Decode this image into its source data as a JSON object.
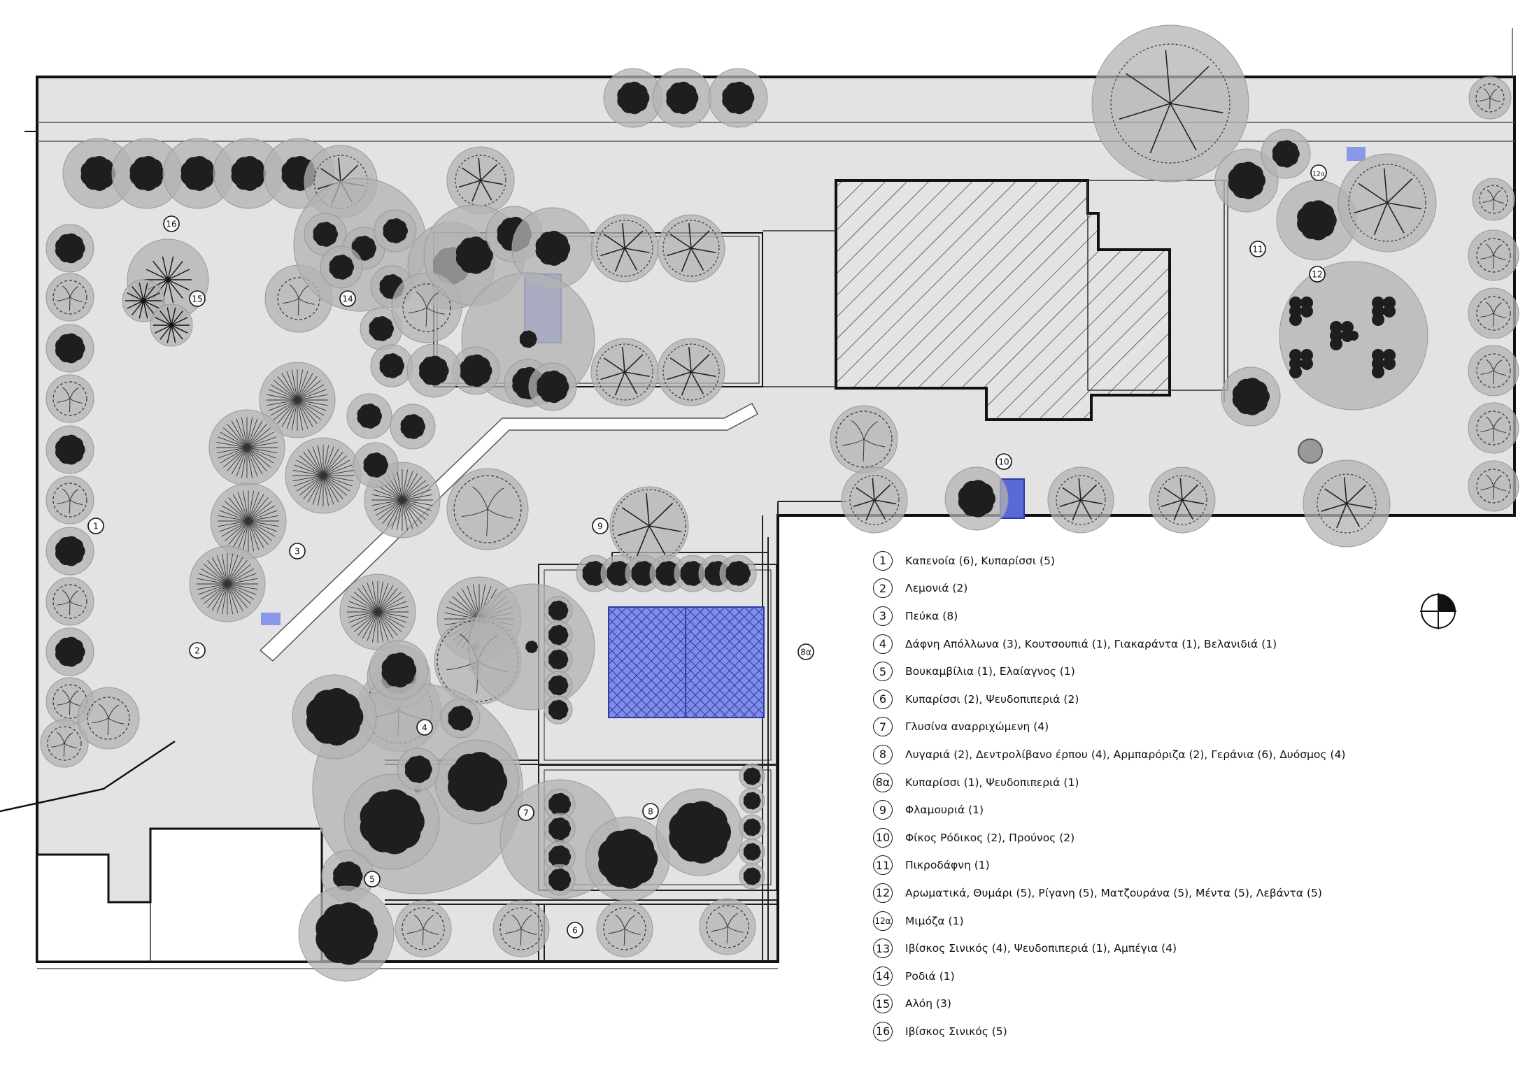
{
  "colors": {
    "plot_fill": "#e3e3e3",
    "canopy_fill": "#b3b3b3",
    "tree_dark": "#1e1e1e",
    "water_blue": "#8b98ea",
    "blue_grid": "#4f5ec8",
    "outline": "#111111"
  },
  "map_labels": [
    "1",
    "2",
    "3",
    "4",
    "5",
    "6",
    "7",
    "8",
    "8α",
    "9",
    "10",
    "11",
    "12",
    "12α",
    "14",
    "15",
    "16"
  ],
  "legend": [
    {
      "num": "1",
      "text": "Καπενοία (6), Κυπαρίσσι (5)"
    },
    {
      "num": "2",
      "text": "Λεμονιά (2)"
    },
    {
      "num": "3",
      "text": "Πεύκα  (8)"
    },
    {
      "num": "4",
      "text": "Δάφνη Απόλλωνα  (3), Κουτσουπιά (1), Γιακαράντα (1), Βελανιδιά (1)"
    },
    {
      "num": "5",
      "text": "Βουκαμβίλια  (1), Ελαίαγνος (1)"
    },
    {
      "num": "6",
      "text": "Κυπαρίσσι  (2), Ψευδοπιπεριά (2)"
    },
    {
      "num": "7",
      "text": "Γλυσίνα αναρριχώμενη  (4)"
    },
    {
      "num": "8",
      "text": "Λυγαριά (2), Δεντρολίβανο έρπου (4), Αρμπαρόριζα (2), Γεράνια (6), Δυόσμος (4)"
    },
    {
      "num": "8α",
      "text": "Κυπαρίσσι (1), Ψευδοπιπεριά (1)"
    },
    {
      "num": "9",
      "text": "Φλαμουριά (1)"
    },
    {
      "num": "10",
      "text": "Φίκος Ρόδικος (2), Προύνος (2)"
    },
    {
      "num": "11",
      "text": "Πικροδάφνη (1)"
    },
    {
      "num": "12",
      "text": "Αρωματικά, Θυμάρι (5), Ρίγανη (5), Ματζουράνα (5), Μέντα (5), Λεβάντα (5)"
    },
    {
      "num": "12α",
      "text": "Μιμόζα (1)"
    },
    {
      "num": "13",
      "text": "Ιβίσκος Σινικός (4), Ψευδοπιπεριά (1), Αμπέγια (4)"
    },
    {
      "num": "14",
      "text": "Ροδιά (1)"
    },
    {
      "num": "15",
      "text": "Αλόη (3)"
    },
    {
      "num": "16",
      "text": "Ιβίσκος Σινικός (5)"
    }
  ]
}
